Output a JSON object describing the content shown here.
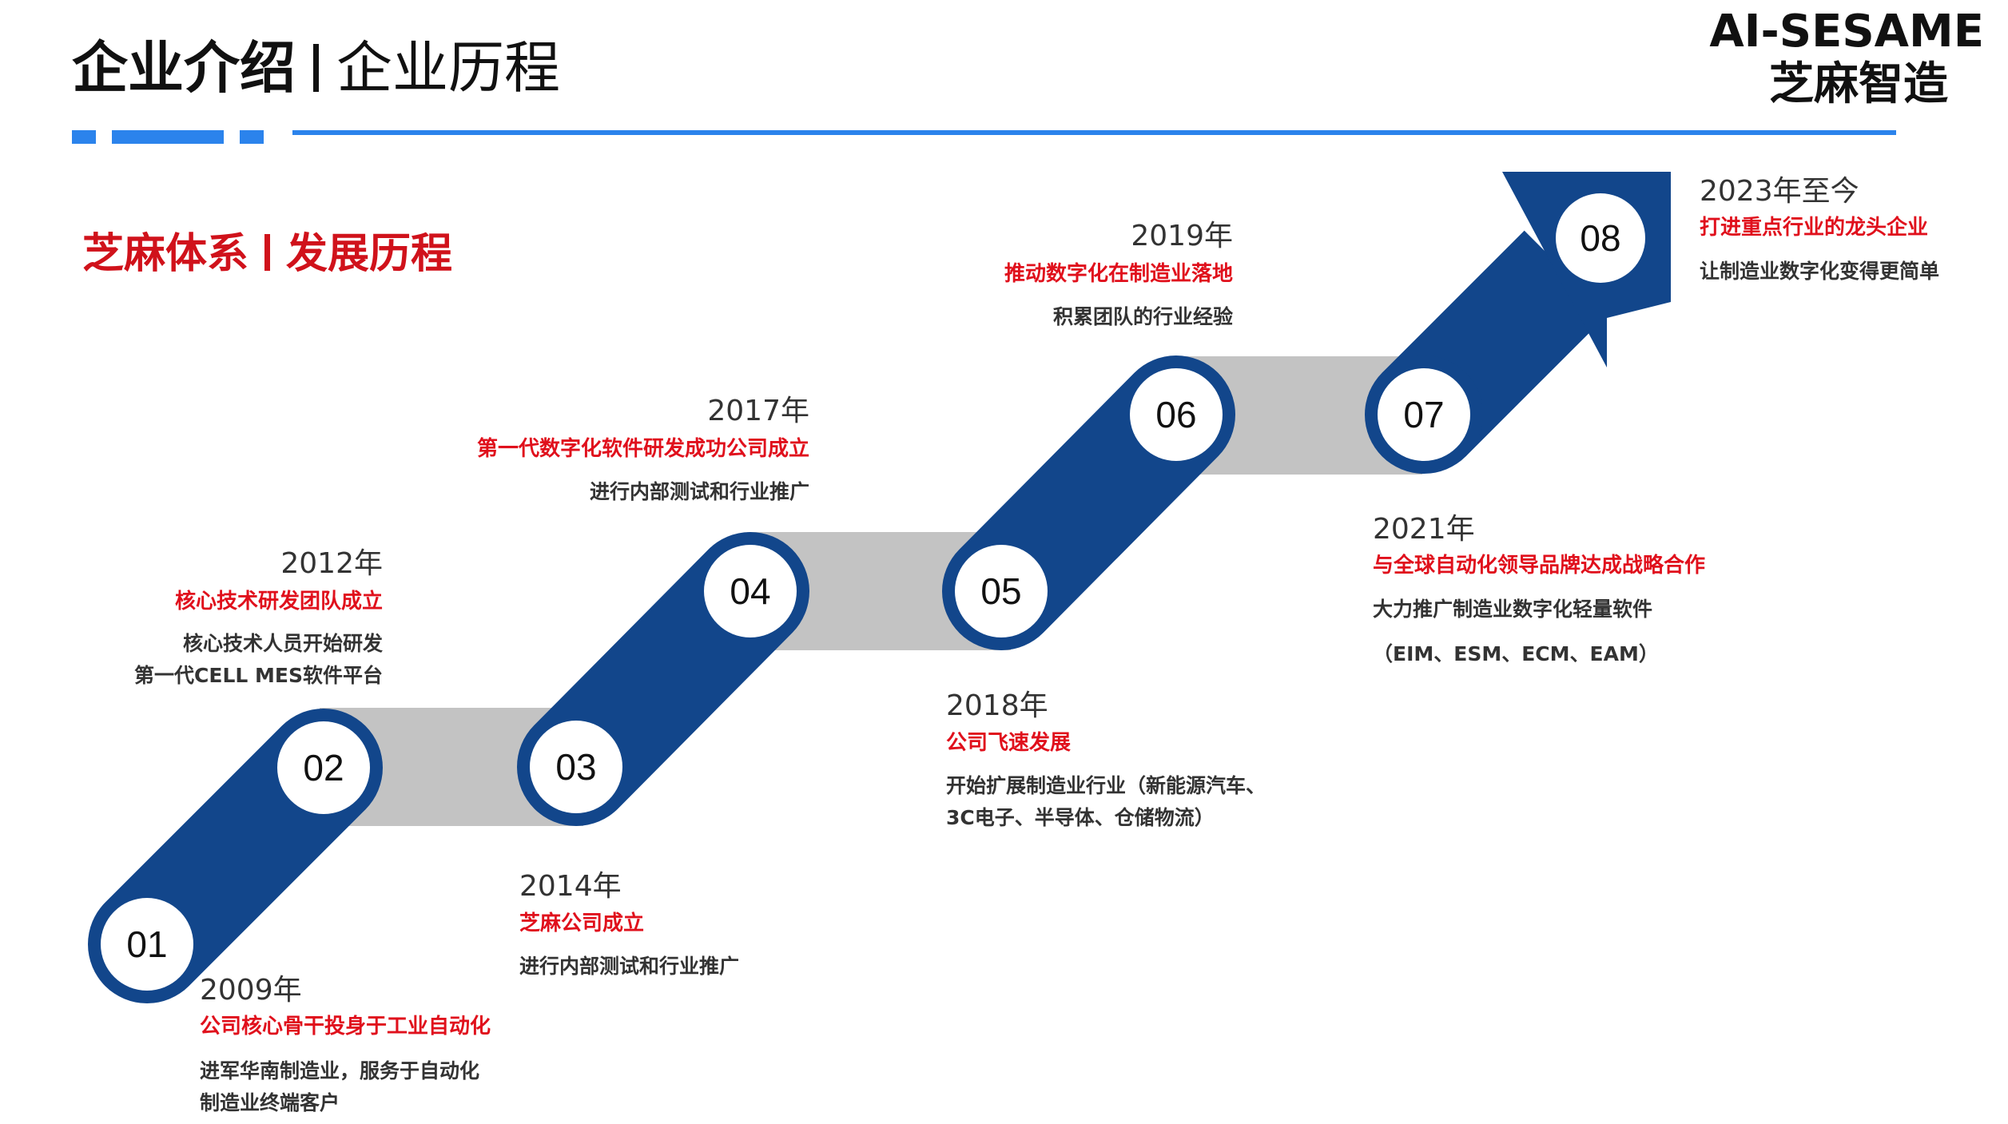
{
  "header": {
    "title_main": "企业介绍",
    "title_sub": "企业历程"
  },
  "brand": {
    "name_en": "AI-SESAME",
    "name_cn": "芝麻智造"
  },
  "section": {
    "title_left": "芝麻体系",
    "title_right": "发展历程"
  },
  "colors": {
    "accent_blue": "#2b83ec",
    "path_blue": "#12468b",
    "connector_gray": "#c3c3c3",
    "headline_red": "#e0101c"
  },
  "milestones": [
    {
      "number": "01",
      "year": "2009年",
      "headline": "公司核心骨干投身于工业自动化",
      "desc": [
        "进军华南制造业，服务于自动化",
        "制造业终端客户"
      ]
    },
    {
      "number": "02",
      "year": "2012年",
      "headline": "核心技术研发团队成立",
      "desc": [
        "核心技术人员开始研发",
        "第一代CELL MES软件平台"
      ]
    },
    {
      "number": "03",
      "year": "2014年",
      "headline": "芝麻公司成立",
      "desc": [
        "进行内部测试和行业推广"
      ]
    },
    {
      "number": "04",
      "year": "2017年",
      "headline": "第一代数字化软件研发成功公司成立",
      "desc": [
        "进行内部测试和行业推广"
      ]
    },
    {
      "number": "05",
      "year": "2018年",
      "headline": "公司飞速发展",
      "desc": [
        "开始扩展制造业行业（新能源汽车、",
        "3C电子、半导体、仓储物流）"
      ]
    },
    {
      "number": "06",
      "year": "2019年",
      "headline": "推动数字化在制造业落地",
      "desc": [
        "积累团队的行业经验"
      ]
    },
    {
      "number": "07",
      "year": "2021年",
      "headline": "与全球自动化领导品牌达成战略合作",
      "desc": [
        "大力推广制造业数字化轻量软件",
        "（EIM、ESM、ECM、EAM）"
      ]
    },
    {
      "number": "08",
      "year": "2023年至今",
      "headline": "打进重点行业的龙头企业",
      "desc": [
        "让制造业数字化变得更简单"
      ]
    }
  ]
}
